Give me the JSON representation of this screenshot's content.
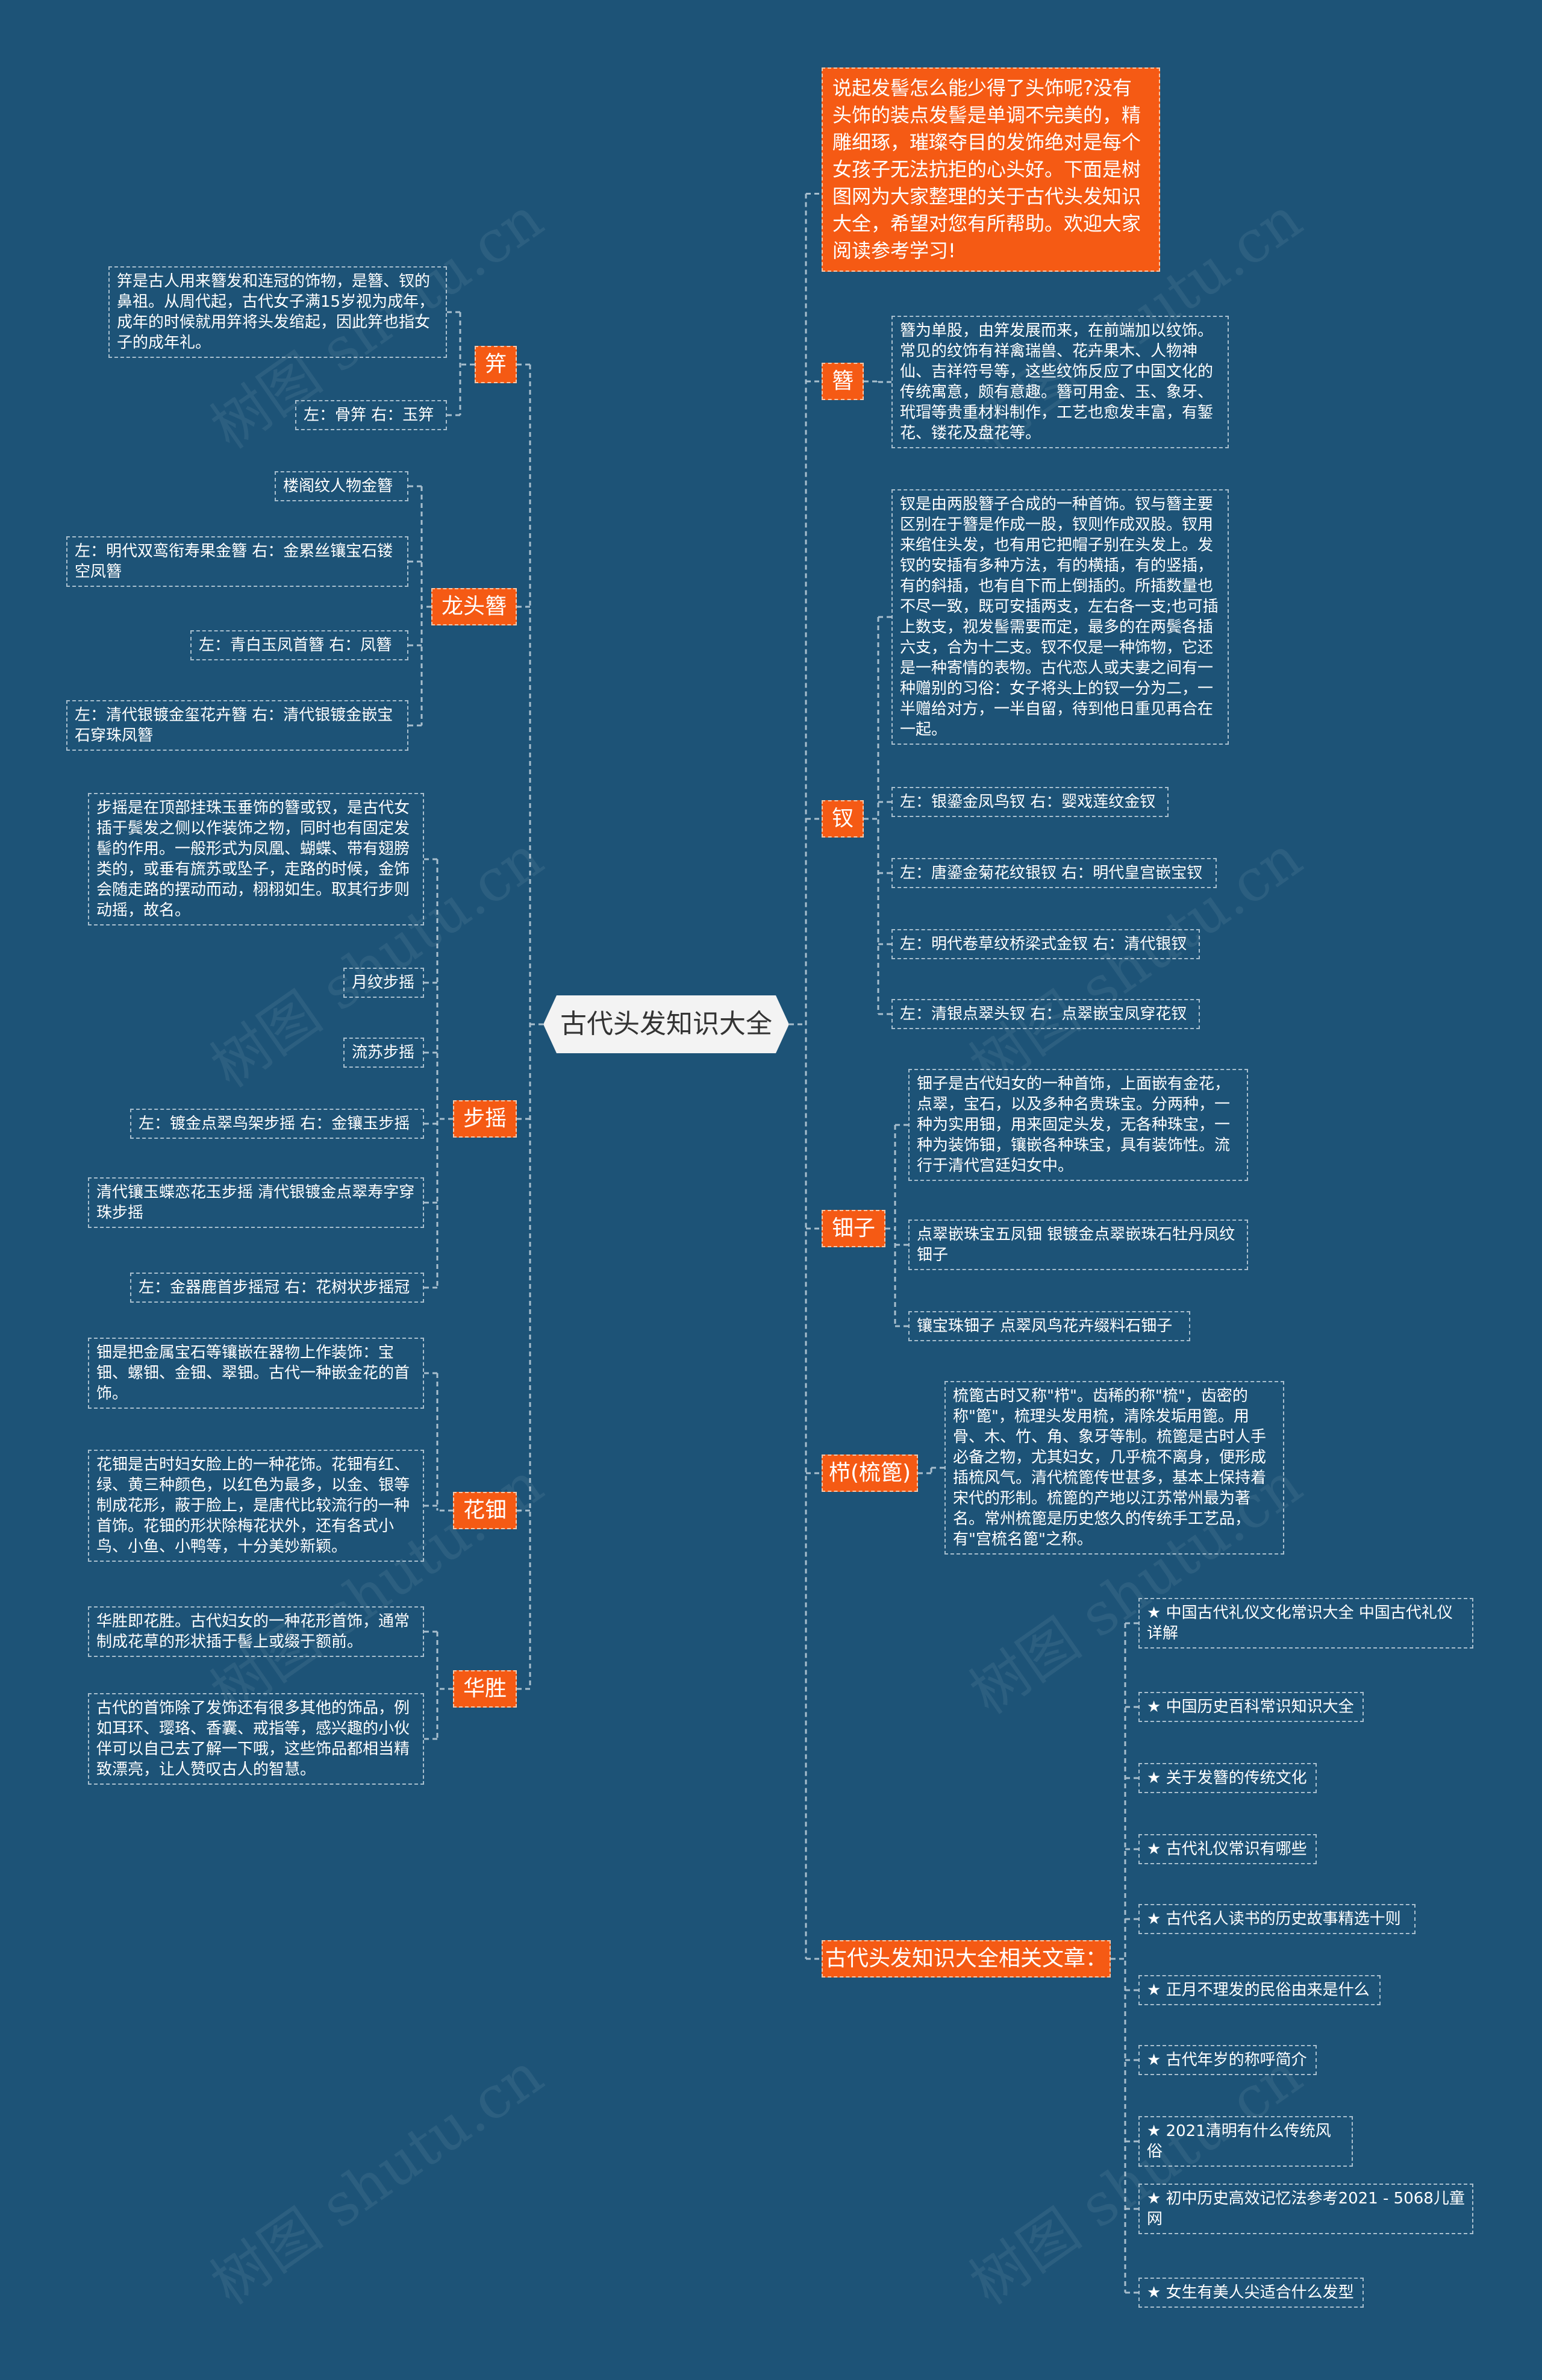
{
  "center": "古代头发知识大全",
  "intro": "说起发髻怎么能少得了头饰呢?没有头饰的装点发髻是单调不完美的，精雕细琢，璀璨夺目的发饰绝对是每个女孩子无法抗拒的心头好。下面是树图网为大家整理的关于古代头发知识大全，希望对您有所帮助。欢迎大家阅读参考学习!",
  "left": [
    {
      "label": "笄",
      "items": [
        "笄是古人用来簪发和连冠的饰物，是簪、钗的鼻祖。从周代起，古代女子满15岁视为成年，成年的时候就用笄将头发绾起，因此笄也指女子的成年礼。",
        "左：骨笄 右：玉笄"
      ]
    },
    {
      "label": "龙头簪",
      "items": [
        "楼阁纹人物金簪",
        "左：明代双鸾衔寿果金簪 右：金累丝镶宝石镂空凤簪",
        "左：青白玉凤首簪 右：凤簪",
        "左：清代银镀金玺花卉簪 右：清代银镀金嵌宝石穿珠凤簪"
      ]
    },
    {
      "label": "步摇",
      "items": [
        "步摇是在顶部挂珠玉垂饰的簪或钗，是古代女插于鬓发之侧以作装饰之物，同时也有固定发髻的作用。一般形式为凤凰、蝴蝶、带有翅膀类的，或垂有旒苏或坠子，走路的时候，金饰会随走路的摆动而动，栩栩如生。取其行步则动摇，故名。",
        "月纹步摇",
        "流苏步摇",
        "左：镀金点翠鸟架步摇 右：金镶玉步摇",
        "清代镶玉蝶恋花玉步摇 清代银镀金点翠寿字穿珠步摇",
        "左：金器鹿首步摇冠 右：花树状步摇冠"
      ]
    },
    {
      "label": "花钿",
      "items": [
        "钿是把金属宝石等镶嵌在器物上作装饰：宝钿、螺钿、金钿、翠钿。古代一种嵌金花的首饰。",
        "花钿是古时妇女脸上的一种花饰。花钿有红、绿、黄三种颜色，以红色为最多，以金、银等制成花形，蔽于脸上，是唐代比较流行的一种首饰。花钿的形状除梅花状外，还有各式小鸟、小鱼、小鸭等，十分美妙新颖。"
      ]
    },
    {
      "label": "华胜",
      "items": [
        "华胜即花胜。古代妇女的一种花形首饰，通常制成花草的形状插于髻上或缀于额前。",
        "古代的首饰除了发饰还有很多其他的饰品，例如耳环、璎珞、香囊、戒指等，感兴趣的小伙伴可以自己去了解一下哦，这些饰品都相当精致漂亮，让人赞叹古人的智慧。"
      ]
    }
  ],
  "right": [
    {
      "label": "簪",
      "items": [
        "簪为单股，由笄发展而来，在前端加以纹饰。常见的纹饰有祥禽瑞兽、花卉果木、人物神仙、吉祥符号等，这些纹饰反应了中国文化的传统寓意，颇有意趣。簪可用金、玉、象牙、玳瑁等贵重材料制作，工艺也愈发丰富，有錾花、镂花及盘花等。"
      ]
    },
    {
      "label": "钗",
      "items": [
        "钗是由两股簪子合成的一种首饰。钗与簪主要区别在于簪是作成一股，钗则作成双股。钗用来绾住头发，也有用它把帽子别在头发上。发钗的安插有多种方法，有的横插，有的竖插，有的斜插，也有自下而上倒插的。所插数量也不尽一致，既可安插两支，左右各一支;也可插上数支，视发髻需要而定，最多的在两鬓各插六支，合为十二支。钗不仅是一种饰物，它还是一种寄情的表物。古代恋人或夫妻之间有一种赠别的习俗：女子将头上的钗一分为二，一半赠给对方，一半自留，待到他日重见再合在一起。",
        "左：银鎏金凤鸟钗 右：婴戏莲纹金钗",
        "左：唐鎏金菊花纹银钗 右：明代皇宫嵌宝钗",
        "左：明代卷草纹桥梁式金钗 右：清代银钗",
        "左：清银点翠头钗 右：点翠嵌宝凤穿花钗"
      ]
    },
    {
      "label": "钿子",
      "items": [
        "钿子是古代妇女的一种首饰，上面嵌有金花，点翠，宝石，以及多种名贵珠宝。分两种，一种为实用钿，用来固定头发，无各种珠宝，一种为装饰钿，镶嵌各种珠宝，具有装饰性。流行于清代宫廷妇女中。",
        "点翠嵌珠宝五凤钿 银镀金点翠嵌珠石牡丹凤纹钿子",
        "镶宝珠钿子 点翠凤鸟花卉缀料石钿子"
      ]
    },
    {
      "label": "栉(梳篦)",
      "items": [
        "梳篦古时又称\"栉\"。齿稀的称\"梳\"，齿密的称\"篦\"，梳理头发用梳，清除发垢用篦。用骨、木、竹、角、象牙等制。梳篦是古时人手必备之物，尤其妇女，几乎梳不离身，便形成插梳风气。清代梳篦传世甚多，基本上保持着宋代的形制。梳篦的产地以江苏常州最为著名。常州梳篦是历史悠久的传统手工艺品，有\"宫梳名篦\"之称。"
      ]
    },
    {
      "label": "古代头发知识大全相关文章：",
      "items": [
        "★ 中国古代礼仪文化常识大全 中国古代礼仪详解",
        "★ 中国历史百科常识知识大全",
        "★ 关于发簪的传统文化",
        "★ 古代礼仪常识有哪些",
        "★ 古代名人读书的历史故事精选十则",
        "★ 正月不理发的民俗由来是什么",
        "★ 古代年岁的称呼简介",
        "★ 2021清明有什么传统风俗",
        "★ 初中历史高效记忆法参考2021 - 5068儿童网",
        "★ 女生有美人尖适合什么发型"
      ]
    }
  ],
  "watermark": "树图 shutu.cn",
  "colors": {
    "background": "#1d5377",
    "accent": "#f55a14",
    "connector": "#a9bfce",
    "center_fill": "#f3f3f3"
  }
}
